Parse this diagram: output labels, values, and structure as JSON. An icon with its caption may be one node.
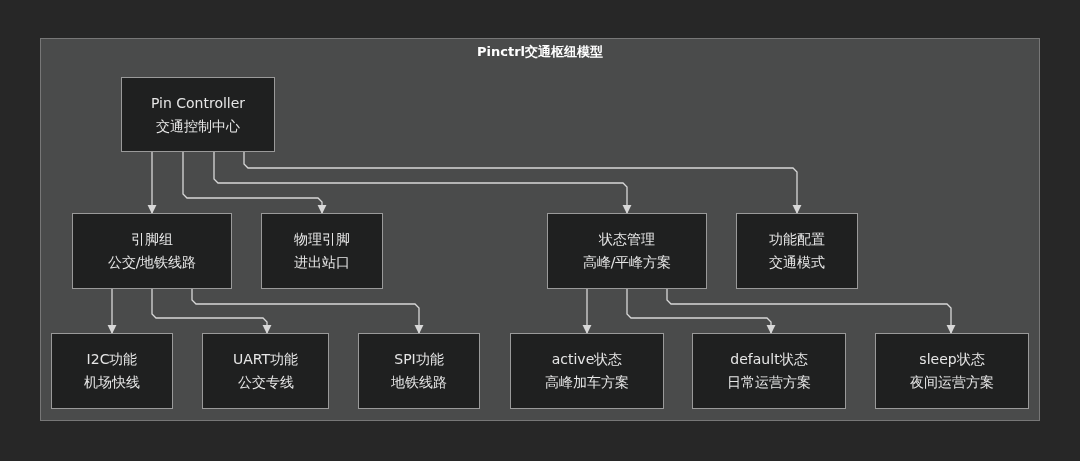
{
  "diagram": {
    "nodes": [
      {
        "text": [
          "Pinctrl交通枢纽模型"
        ]
      },
      {
        "text": [
          "Pin Controller",
          "交通控制中心"
        ],
        "in": 0
      },
      {
        "text": [
          "引脚组",
          "公交/地铁线路"
        ],
        "in": 0
      },
      {
        "text": [
          "物理引脚",
          "进出站口"
        ],
        "in": 0
      },
      {
        "text": [
          "状态管理",
          "高峰/平峰方案"
        ],
        "in": 0
      },
      {
        "text": [
          "功能配置",
          "交通模式"
        ],
        "in": 0
      },
      {
        "text": [
          "I2C功能",
          "机场快线"
        ],
        "in": 0
      },
      {
        "text": [
          "UART功能",
          "公交专线"
        ],
        "in": 0
      },
      {
        "text": [
          "SPI功能",
          "地铁线路"
        ],
        "in": 0
      },
      {
        "text": [
          "active状态",
          "高峰加车方案"
        ],
        "in": 0
      },
      {
        "text": [
          "default状态",
          "日常运营方案"
        ],
        "in": 0
      },
      {
        "text": [
          "sleep状态",
          "夜间运营方案"
        ],
        "in": 0
      }
    ],
    "edges": [
      {
        "from": 1,
        "to": 2,
        "arrow": "to"
      },
      {
        "from": 1,
        "to": 3,
        "arrow": "to"
      },
      {
        "from": 1,
        "to": 4,
        "arrow": "to"
      },
      {
        "from": 1,
        "to": 5,
        "arrow": "to"
      },
      {
        "from": 2,
        "to": 6,
        "arrow": "to"
      },
      {
        "from": 2,
        "to": 7,
        "arrow": "to"
      },
      {
        "from": 2,
        "to": 8,
        "arrow": "to"
      },
      {
        "from": 4,
        "to": 9,
        "arrow": "to"
      },
      {
        "from": 4,
        "to": 10,
        "arrow": "to"
      },
      {
        "from": 4,
        "to": 11,
        "arrow": "to"
      }
    ]
  }
}
